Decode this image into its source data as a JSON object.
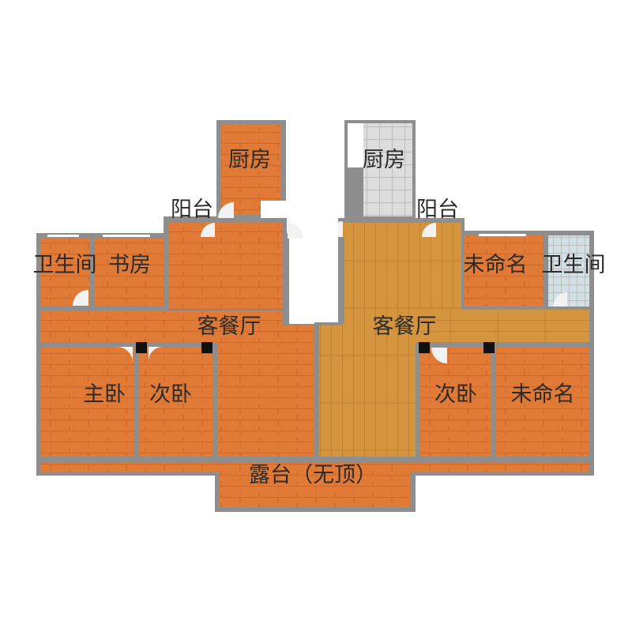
{
  "colors": {
    "background": "#ffffff",
    "wall": "#8e8e8e",
    "wood_floor": "#e07a36",
    "wood_floor_line": "#c96a2c",
    "oak_floor": "#d5953f",
    "oak_floor_line": "#bf8234",
    "tile_floor": "#dcdcdc",
    "tile_line": "#bdbdbd",
    "bath_tile": "#cfe0e6",
    "door_arc": "#f2f2f2",
    "pillar": "#111111",
    "window": "#ffffff",
    "label": "#2b2b2b"
  },
  "rooms": {
    "left_kitchen": "厨房",
    "right_kitchen": "厨房",
    "left_balcony": "阳台",
    "right_balcony": "阳台",
    "bathroom_left": "卫生间",
    "study": "书房",
    "left_living_dining": "客餐厅",
    "right_living_dining": "客餐厅",
    "master_bedroom": "主卧",
    "left_second_bedroom": "次卧",
    "right_second_bedroom": "次卧",
    "unnamed_top": "未命名",
    "unnamed_bottom": "未命名",
    "bathroom_right": "卫生间",
    "terrace": "露台（无顶）"
  },
  "icons": {
    "door": "door-swing-icon",
    "pillar": "structural-column-icon",
    "window": "window-icon"
  }
}
